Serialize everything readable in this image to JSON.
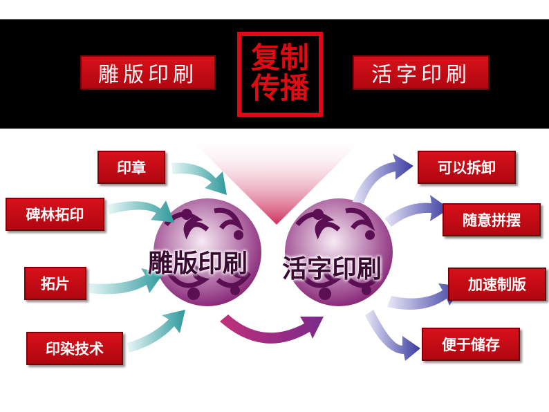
{
  "header": {
    "left_label": "雕版印刷",
    "right_label": "活字印刷",
    "center_line1": "复制",
    "center_line2": "传播"
  },
  "left_inputs": [
    "印章",
    "碑林拓印",
    "拓片",
    "印染技术"
  ],
  "right_outputs": [
    "可以拆卸",
    "随意拼摆",
    "加速制版",
    "便于储存"
  ],
  "balls": {
    "left": "雕版印刷",
    "right": "活字印刷"
  },
  "colors": {
    "accent_red": "#d8101a",
    "ball_purple": "#6a1560",
    "arrow_teal": "#3aa6a6",
    "arrow_blue": "#3a3ea0",
    "arrow_magenta": "#b0306a"
  }
}
